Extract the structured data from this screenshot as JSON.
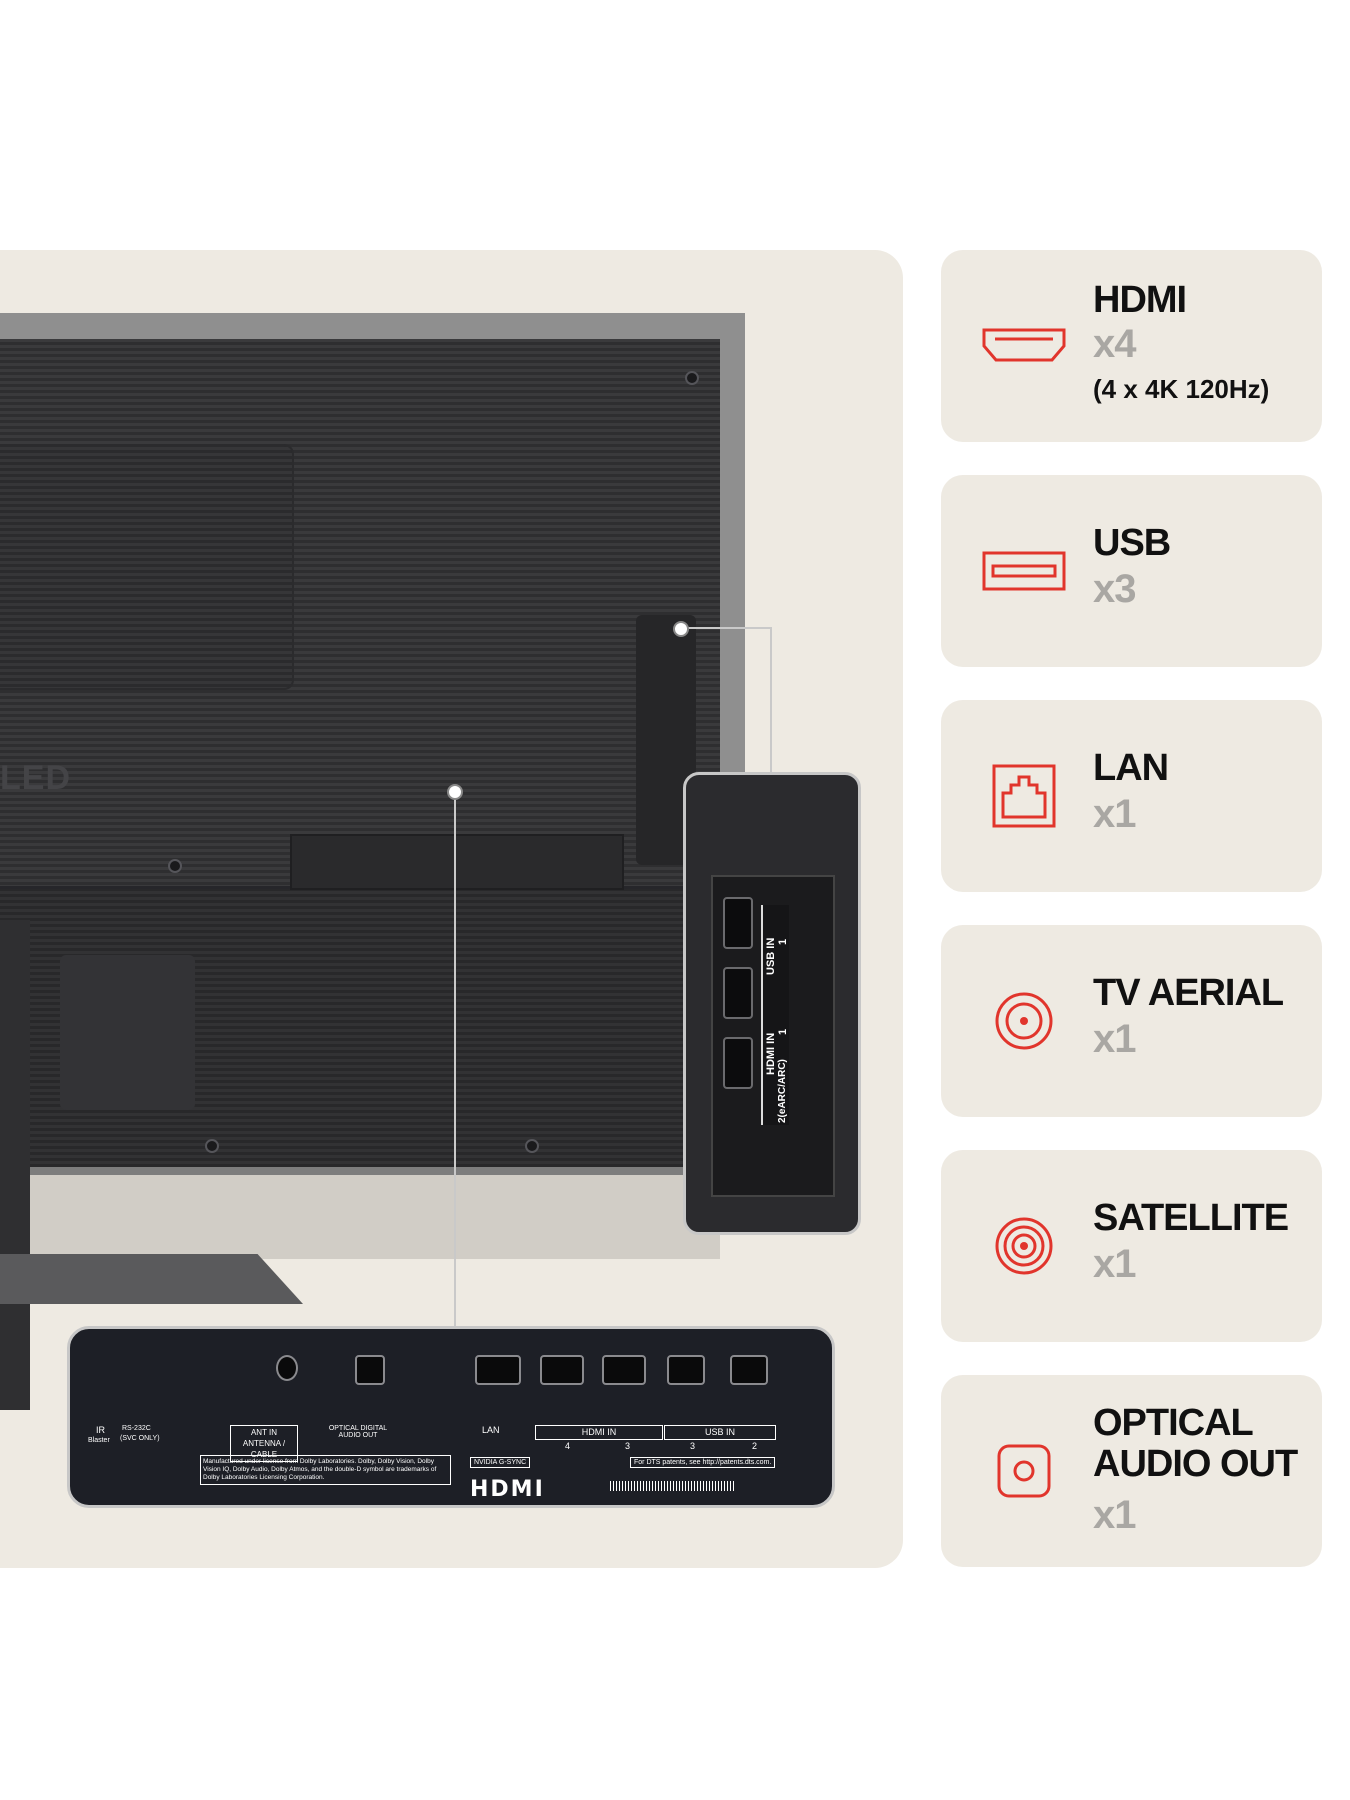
{
  "colors": {
    "accent": "#e1352c",
    "card_bg": "#eeeae2",
    "count_gray": "#a9a7a3"
  },
  "tv_back": {
    "brand_fragment": "LED",
    "side_zoom": {
      "usb_label": "USB IN",
      "usb_num": "1",
      "hdmi_label": "HDMI IN",
      "hdmi_sub": "2(eARC/ARC)",
      "hdmi_num": "1"
    },
    "bottom_zoom": {
      "ir": "IR",
      "blaster": "Blaster",
      "rs232": "RS-232C",
      "svc": "(SVC ONLY)",
      "ant_in": "ANT IN",
      "antenna_cable": "ANTENNA / CABLE",
      "optical": "OPTICAL DIGITAL AUDIO OUT",
      "lan": "LAN",
      "hdmi_in": "HDMI IN",
      "hdmi_4": "4",
      "hdmi_3": "3",
      "usb_in": "USB IN",
      "usb_3": "3",
      "usb_2": "2",
      "dolby_notice": "Manufactured under license from Dolby Laboratories. Dolby, Dolby Vision, Dolby Vision IQ, Dolby Audio, Dolby Atmos, and the double-D symbol are trademarks of Dolby Laboratories Licensing Corporation.",
      "nvidia": "NVIDIA G-SYNC",
      "dts": "For DTS patents, see http://patents.dts.com.",
      "hdmi_logo": "HDMI"
    }
  },
  "ports": [
    {
      "icon": "hdmi-icon",
      "title": "HDMI",
      "count": "x4",
      "note": "(4 x 4K 120Hz)"
    },
    {
      "icon": "usb-icon",
      "title": "USB",
      "count": "x3"
    },
    {
      "icon": "lan-icon",
      "title": "LAN",
      "count": "x1"
    },
    {
      "icon": "tv-aerial-icon",
      "title": "TV AERIAL",
      "count": "x1"
    },
    {
      "icon": "satellite-icon",
      "title": "SATELLITE",
      "count": "x1"
    },
    {
      "icon": "optical-icon",
      "title_line1": "OPTICAL",
      "title_line2": "AUDIO OUT",
      "count": "x1"
    }
  ]
}
